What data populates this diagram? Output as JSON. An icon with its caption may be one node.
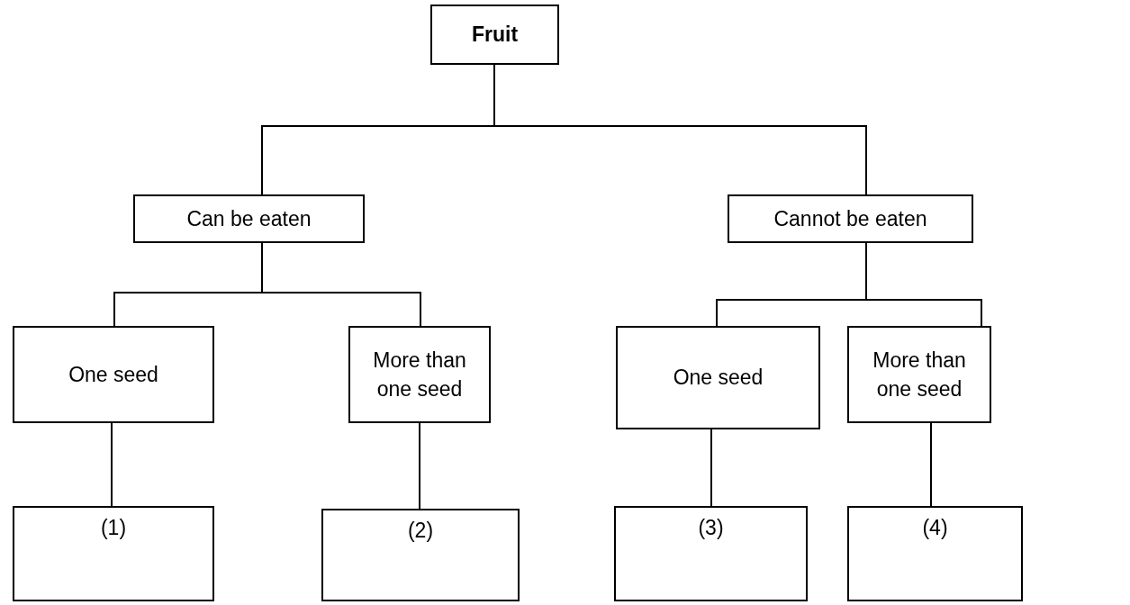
{
  "diagram": {
    "nodes": [
      {
        "text": [
          "Fruit"
        ]
      },
      {
        "text": [
          "Can be eaten"
        ]
      },
      {
        "text": [
          "Cannot be eaten"
        ]
      },
      {
        "text": [
          "One seed"
        ]
      },
      {
        "text": [
          "More than one seed"
        ]
      },
      {
        "text": [
          "One seed"
        ]
      },
      {
        "text": [
          "More than one seed"
        ]
      },
      {
        "text": [
          "(1)"
        ]
      },
      {
        "text": [
          "(2)"
        ]
      },
      {
        "text": [
          "(3)"
        ]
      },
      {
        "text": [
          "(4)"
        ]
      }
    ],
    "edges": [
      {
        "from": 0,
        "to": 1,
        "arrow": "none"
      },
      {
        "from": 0,
        "to": 2,
        "arrow": "none"
      },
      {
        "from": 1,
        "to": 3,
        "arrow": "none"
      },
      {
        "from": 1,
        "to": 4,
        "arrow": "none"
      },
      {
        "from": 2,
        "to": 5,
        "arrow": "none"
      },
      {
        "from": 2,
        "to": 6,
        "arrow": "none"
      },
      {
        "from": 3,
        "to": 7,
        "arrow": "none"
      },
      {
        "from": 4,
        "to": 8,
        "arrow": "none"
      },
      {
        "from": 5,
        "to": 9,
        "arrow": "none"
      },
      {
        "from": 6,
        "to": 10,
        "arrow": "none"
      }
    ]
  }
}
